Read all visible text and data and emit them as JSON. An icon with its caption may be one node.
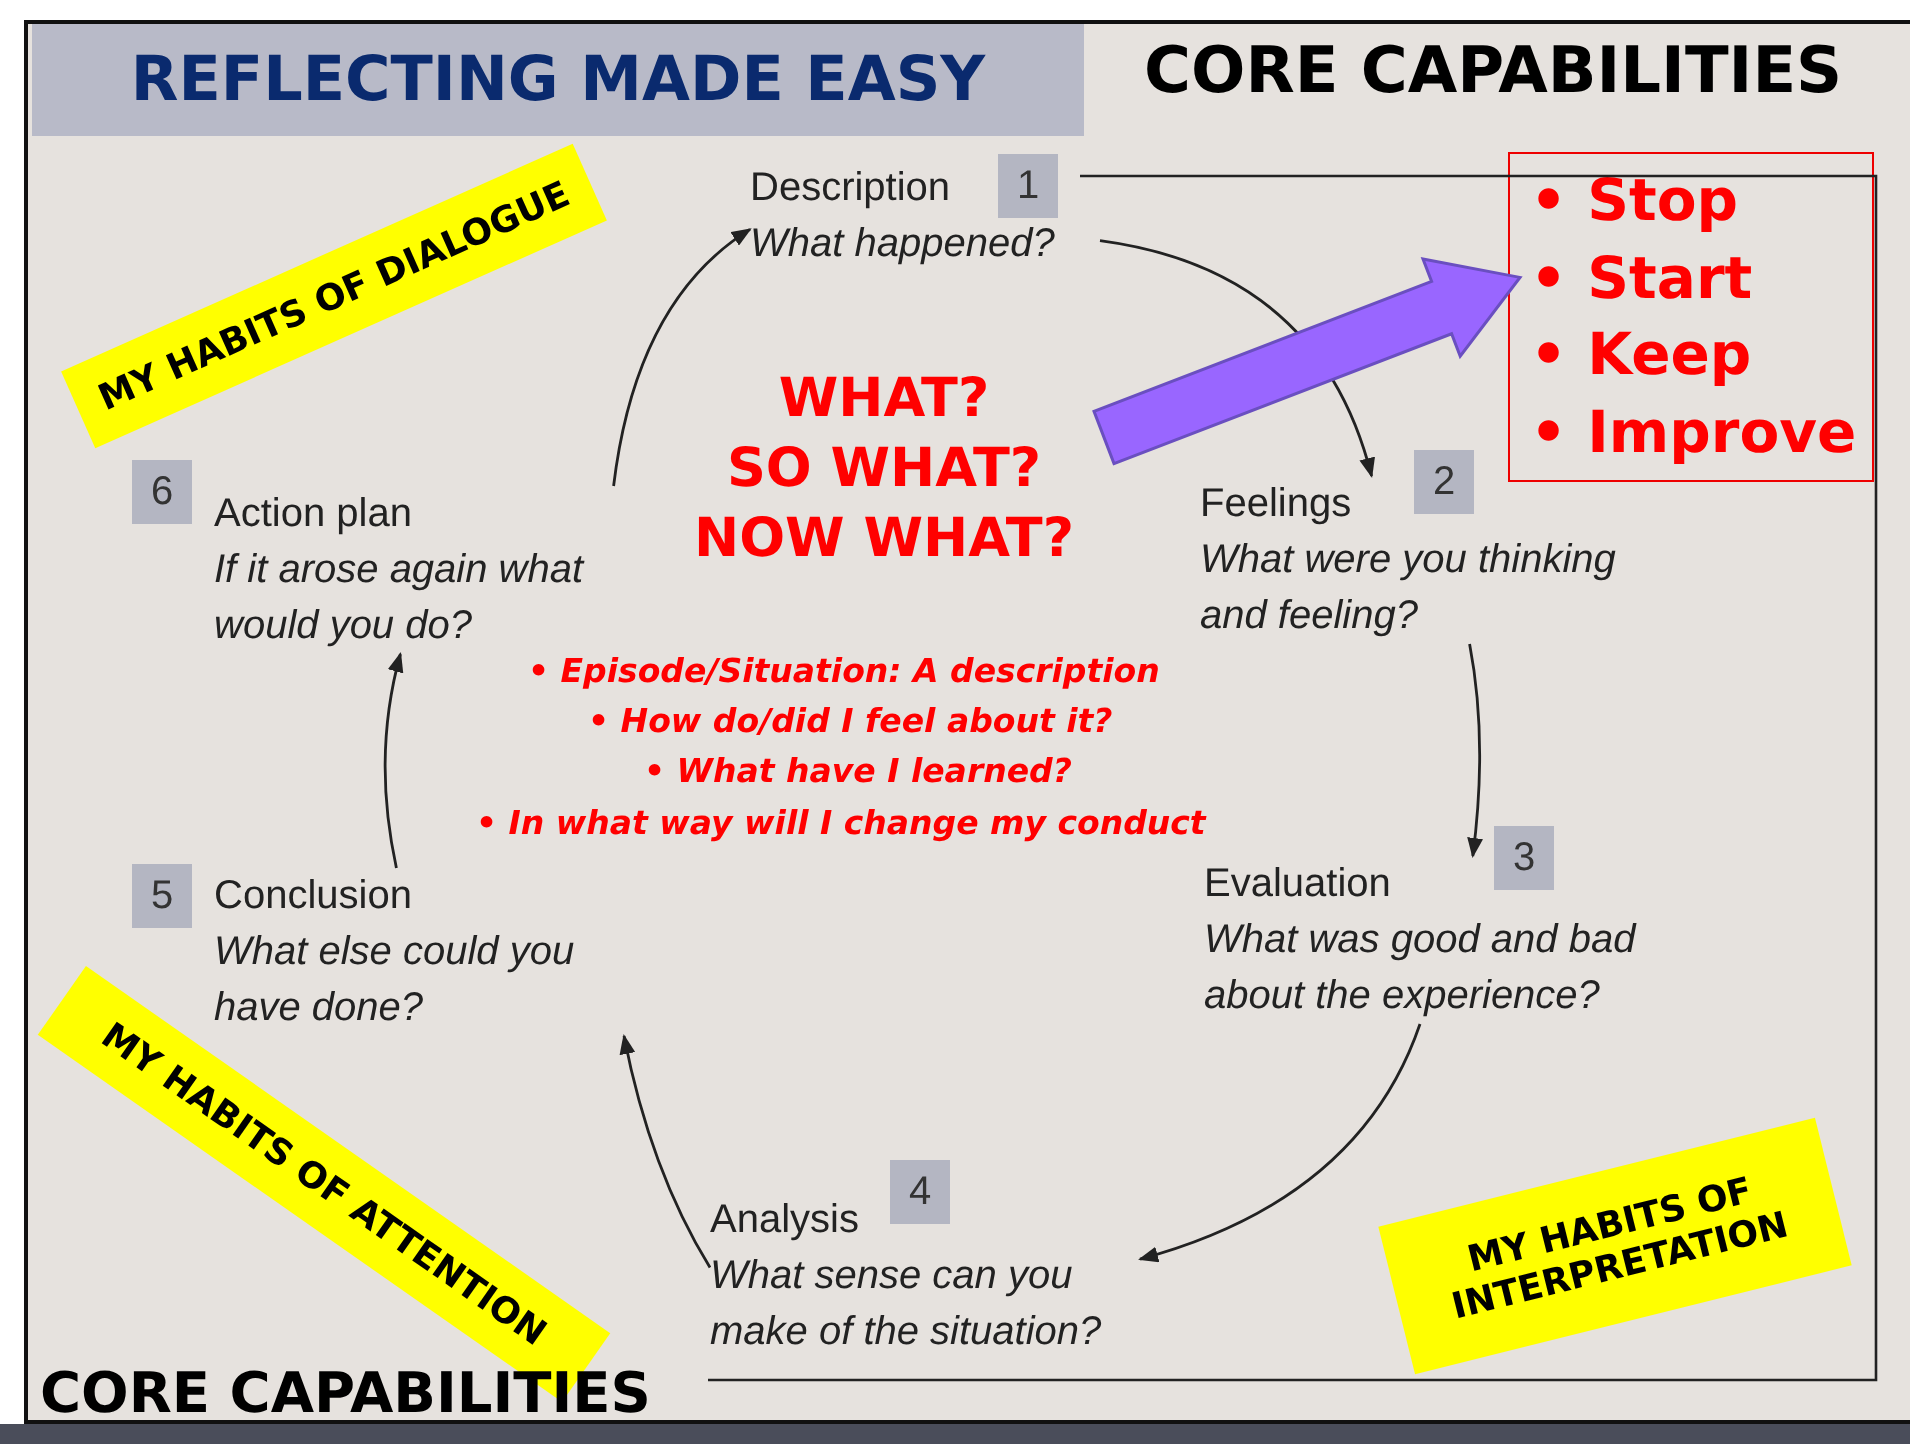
{
  "diagram": {
    "title": "REFLECTING MADE EASY",
    "nodes": [
      {
        "text": [
          "Description",
          "What happened?"
        ]
      },
      {
        "text": [
          "Feelings",
          "What were you thinking and feeling?"
        ]
      },
      {
        "text": [
          "Evaluation",
          "What was good and bad about the experience?"
        ]
      },
      {
        "text": [
          "Analysis",
          "What sense can you make of the situation?"
        ]
      },
      {
        "text": [
          "Conclusion",
          "What else could you have done?"
        ]
      },
      {
        "text": [
          "Action plan",
          "If it arose again what would you do?"
        ]
      },
      {
        "text": [
          "WHAT?",
          "SO WHAT?",
          "NOW WHAT?"
        ]
      },
      {
        "text": [
          "• Stop",
          "• Start",
          "• Keep",
          "• Improve"
        ]
      },
      {
        "text": [
          "MY HABITS OF DIALOGUE"
        ]
      },
      {
        "text": [
          "MY HABITS OF ATTENTION"
        ]
      },
      {
        "text": [
          "MY HABITS OF INTERPRETATION"
        ]
      }
    ],
    "edges": [
      {
        "from": 0,
        "to": 1,
        "arrow": "to"
      },
      {
        "from": 1,
        "to": 2,
        "arrow": "to"
      },
      {
        "from": 2,
        "to": 3,
        "arrow": "to"
      },
      {
        "from": 3,
        "to": 4,
        "arrow": "to"
      },
      {
        "from": 4,
        "to": 5,
        "arrow": "to"
      },
      {
        "from": 5,
        "to": 0,
        "arrow": "to"
      },
      {
        "from": 6,
        "to": 7,
        "arrow": "to",
        "style": "thick",
        "color": "#9966ff"
      }
    ],
    "labels": [
      "CORE CAPABILITIES",
      "1",
      "6",
      "2",
      "• Episode/Situation: A description",
      "• How do/did I feel about it?",
      "• What have I learned?",
      "• In what way will I change my conduct",
      "5",
      "3",
      "4",
      "CORE CAPABILITIES"
    ]
  }
}
